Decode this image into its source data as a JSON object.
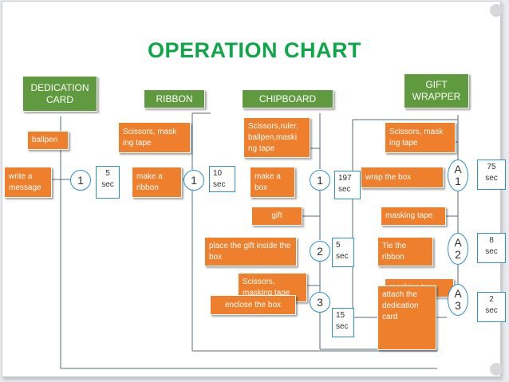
{
  "title": "OPERATION CHART",
  "headers": {
    "dedication_card": "DEDICATION CARD",
    "ribbon": "RIBBON",
    "chipboard": "CHIPBOARD",
    "gift_wrapper": "GIFT WRAPPER"
  },
  "materials": {
    "ballpen": "ballpen",
    "ribbon_materials": "Scissors, mask ing tape",
    "chipboard_materials": "Scissors,ruler, ballpen,maski ng tape",
    "wrapper_materials": "Scissors, mask ing tape",
    "gift": "gift",
    "wrapper_tape_1": "masking tape",
    "box_materials": "Scissors, masking tape",
    "wrapper_tape_2": "masking tape"
  },
  "operations": {
    "write_message": "write a message",
    "make_ribbon": "make a ribbon",
    "make_box": "make a box",
    "wrap_box": "wrap the box",
    "place_gift": "place the gift inside the box",
    "tie_ribbon": "Tie the ribbon",
    "enclose_box": "enclose the box",
    "attach_card": "attach the dedication card"
  },
  "step_numbers": {
    "card_step": "1",
    "ribbon_step": "1",
    "box_step_1": "1",
    "box_step_2": "2",
    "box_step_3": "3",
    "assembly_1_letter": "A",
    "assembly_1_number": "1",
    "assembly_2_letter": "A",
    "assembly_2_number": "2",
    "assembly_3_letter": "A",
    "assembly_3_number": "3"
  },
  "times": {
    "write_message": "5 sec",
    "make_ribbon": "10 sec",
    "make_box": "197 sec",
    "place_gift": "5 sec",
    "enclose_box": "15 sec",
    "wrap_box": "75 sec",
    "tie_ribbon": "8 sec",
    "attach_card": "2 sec"
  },
  "colors": {
    "title": "#0fa64a",
    "header_fill": "#5f9a3e",
    "box_fill": "#ee7f2d",
    "circle_border": "#2f8fcf",
    "line": "#5a6a7a"
  }
}
